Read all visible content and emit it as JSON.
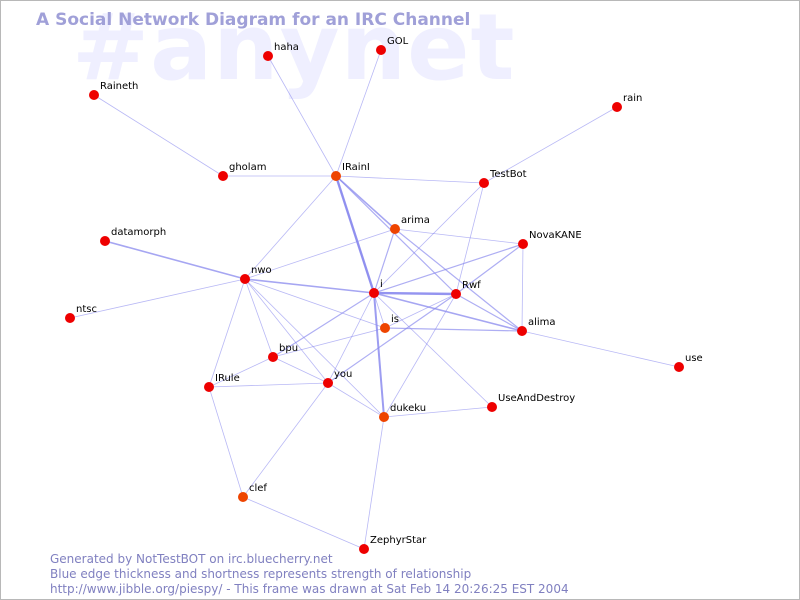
{
  "watermark": "#anynet",
  "title": "A Social Network Diagram for an IRC Channel",
  "footer": {
    "line1": "Generated by NotTestBOT on irc.bluecherry.net",
    "line2": "Blue edge thickness and shortness represents strength of relationship",
    "line3": "http://www.jibble.org/piespy/ - This frame was drawn at Sat Feb 14 20:26:25 EST 2004"
  },
  "colors": {
    "node_red": "#ee0000",
    "node_orange": "#ee4400",
    "edge": "#8888ee",
    "title": "#a0a0d8",
    "watermark": "#efefff",
    "footer": "#8080c0"
  },
  "nodes": [
    {
      "id": "haha",
      "label": "haha",
      "color": "red"
    },
    {
      "id": "GOL",
      "label": "GOL",
      "color": "red"
    },
    {
      "id": "Raineth",
      "label": "Raineth",
      "color": "red"
    },
    {
      "id": "rain",
      "label": "rain",
      "color": "red"
    },
    {
      "id": "gholam",
      "label": "gholam",
      "color": "red"
    },
    {
      "id": "IRainI",
      "label": "IRainI",
      "color": "orange"
    },
    {
      "id": "TestBot",
      "label": "TestBot",
      "color": "red"
    },
    {
      "id": "arima",
      "label": "arima",
      "color": "orange"
    },
    {
      "id": "NovaKANE",
      "label": "NovaKANE",
      "color": "red"
    },
    {
      "id": "datamorph",
      "label": "datamorph",
      "color": "red"
    },
    {
      "id": "nwo",
      "label": "nwo",
      "color": "red"
    },
    {
      "id": "i",
      "label": "i",
      "color": "red"
    },
    {
      "id": "Rwf",
      "label": "Rwf",
      "color": "red"
    },
    {
      "id": "ntsc",
      "label": "ntsc",
      "color": "red"
    },
    {
      "id": "is",
      "label": "is",
      "color": "orange"
    },
    {
      "id": "alima",
      "label": "alima",
      "color": "red"
    },
    {
      "id": "bpu",
      "label": "bpu",
      "color": "red"
    },
    {
      "id": "use",
      "label": "use",
      "color": "red"
    },
    {
      "id": "IRule",
      "label": "IRule",
      "color": "red"
    },
    {
      "id": "you",
      "label": "you",
      "color": "red"
    },
    {
      "id": "UseAndDestroy",
      "label": "UseAndDestroy",
      "color": "red"
    },
    {
      "id": "dukeku",
      "label": "dukeku",
      "color": "orange"
    },
    {
      "id": "clef",
      "label": "clef",
      "color": "orange"
    },
    {
      "id": "ZephyrStar",
      "label": "ZephyrStar",
      "color": "red"
    }
  ],
  "edges": [
    {
      "source": "haha",
      "target": "IRainI",
      "strength": 1
    },
    {
      "source": "GOL",
      "target": "IRainI",
      "strength": 1
    },
    {
      "source": "Raineth",
      "target": "gholam",
      "strength": 1
    },
    {
      "source": "rain",
      "target": "TestBot",
      "strength": 1
    },
    {
      "source": "gholam",
      "target": "IRainI",
      "strength": 1
    },
    {
      "source": "IRainI",
      "target": "TestBot",
      "strength": 1
    },
    {
      "source": "IRainI",
      "target": "i",
      "strength": 3
    },
    {
      "source": "IRainI",
      "target": "arima",
      "strength": 2
    },
    {
      "source": "IRainI",
      "target": "Rwf",
      "strength": 1.5
    },
    {
      "source": "IRainI",
      "target": "nwo",
      "strength": 1
    },
    {
      "source": "IRainI",
      "target": "is",
      "strength": 1
    },
    {
      "source": "TestBot",
      "target": "Rwf",
      "strength": 1
    },
    {
      "source": "TestBot",
      "target": "i",
      "strength": 1
    },
    {
      "source": "arima",
      "target": "NovaKANE",
      "strength": 1
    },
    {
      "source": "arima",
      "target": "i",
      "strength": 1.5
    },
    {
      "source": "arima",
      "target": "alima",
      "strength": 1.5
    },
    {
      "source": "arima",
      "target": "nwo",
      "strength": 1
    },
    {
      "source": "datamorph",
      "target": "nwo",
      "strength": 2
    },
    {
      "source": "nwo",
      "target": "i",
      "strength": 2
    },
    {
      "source": "nwo",
      "target": "ntsc",
      "strength": 1
    },
    {
      "source": "nwo",
      "target": "is",
      "strength": 1
    },
    {
      "source": "nwo",
      "target": "bpu",
      "strength": 1
    },
    {
      "source": "nwo",
      "target": "you",
      "strength": 1
    },
    {
      "source": "nwo",
      "target": "IRule",
      "strength": 1
    },
    {
      "source": "nwo",
      "target": "dukeku",
      "strength": 1
    },
    {
      "source": "i",
      "target": "Rwf",
      "strength": 3
    },
    {
      "source": "i",
      "target": "alima",
      "strength": 2
    },
    {
      "source": "i",
      "target": "dukeku",
      "strength": 2.5
    },
    {
      "source": "i",
      "target": "NovaKANE",
      "strength": 1.5
    },
    {
      "source": "i",
      "target": "bpu",
      "strength": 1.5
    },
    {
      "source": "i",
      "target": "UseAndDestroy",
      "strength": 1
    },
    {
      "source": "i",
      "target": "you",
      "strength": 1
    },
    {
      "source": "Rwf",
      "target": "NovaKANE",
      "strength": 1.5
    },
    {
      "source": "Rwf",
      "target": "alima",
      "strength": 1.5
    },
    {
      "source": "Rwf",
      "target": "is",
      "strength": 1
    },
    {
      "source": "Rwf",
      "target": "you",
      "strength": 1.5
    },
    {
      "source": "Rwf",
      "target": "dukeku",
      "strength": 1
    },
    {
      "source": "NovaKANE",
      "target": "alima",
      "strength": 1
    },
    {
      "source": "is",
      "target": "alima",
      "strength": 1.5
    },
    {
      "source": "is",
      "target": "bpu",
      "strength": 1
    },
    {
      "source": "alima",
      "target": "use",
      "strength": 1
    },
    {
      "source": "bpu",
      "target": "you",
      "strength": 1
    },
    {
      "source": "bpu",
      "target": "IRule",
      "strength": 1
    },
    {
      "source": "IRule",
      "target": "you",
      "strength": 1
    },
    {
      "source": "IRule",
      "target": "clef",
      "strength": 1
    },
    {
      "source": "you",
      "target": "clef",
      "strength": 1
    },
    {
      "source": "you",
      "target": "dukeku",
      "strength": 1
    },
    {
      "source": "dukeku",
      "target": "UseAndDestroy",
      "strength": 1
    },
    {
      "source": "dukeku",
      "target": "ZephyrStar",
      "strength": 1
    },
    {
      "source": "clef",
      "target": "ZephyrStar",
      "strength": 1
    }
  ]
}
